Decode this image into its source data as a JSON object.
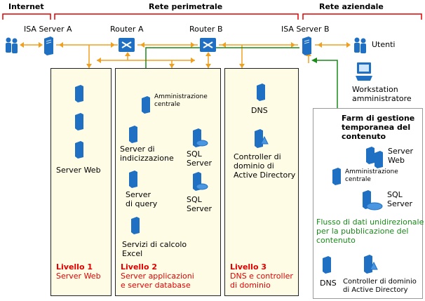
{
  "zones": {
    "internet": "Internet",
    "perimeter": "Rete perimetrale",
    "corporate": "Rete aziendale"
  },
  "nodes": {
    "isa_a": "ISA Server A",
    "router_a": "Router A",
    "router_b": "Router B",
    "isa_b": "ISA Server B",
    "users": "Utenti",
    "admin_ws": [
      "Workstation",
      "amministratore"
    ]
  },
  "panel1": {
    "web_server": "Server Web",
    "level_title": "Livello 1",
    "level_desc": "Server Web"
  },
  "panel2": {
    "central_admin": [
      "Amministrazione",
      "centrale"
    ],
    "index_server": [
      "Server di",
      "indicizzazione"
    ],
    "query_server": [
      "Server",
      "di query"
    ],
    "excel_services": [
      "Servizi di calcolo",
      "Excel"
    ],
    "sql1": [
      "SQL",
      "Server"
    ],
    "sql2": [
      "SQL",
      "Server"
    ],
    "level_title": "Livello 2",
    "level_desc": [
      "Server applicazioni",
      "e server database"
    ]
  },
  "panel3": {
    "dns": "DNS",
    "ad": [
      "Controller di",
      "dominio di",
      "Active Directory"
    ],
    "level_title": "Livello 3",
    "level_desc": [
      "DNS e controller",
      "di dominio"
    ]
  },
  "farm": {
    "title": [
      "Farm di gestione",
      "temporanea del",
      "contenuto"
    ],
    "web_server": [
      "Server",
      "Web"
    ],
    "central_admin": [
      "Amministrazione",
      "centrale"
    ],
    "sql": [
      "SQL",
      "Server"
    ],
    "flow": [
      "Flusso di dati unidirezionale",
      "per la pubblicazione del",
      "contenuto"
    ],
    "dns": "DNS",
    "ad": [
      "Controller di dominio",
      "di Active Directory"
    ]
  },
  "colors": {
    "zone_line": "#e00000",
    "link": "#f0a020",
    "flow": "#1a8a1a",
    "panel_fill": "#fffce6",
    "level_text": "#e00000",
    "server_icon": "#1f6fc2"
  }
}
